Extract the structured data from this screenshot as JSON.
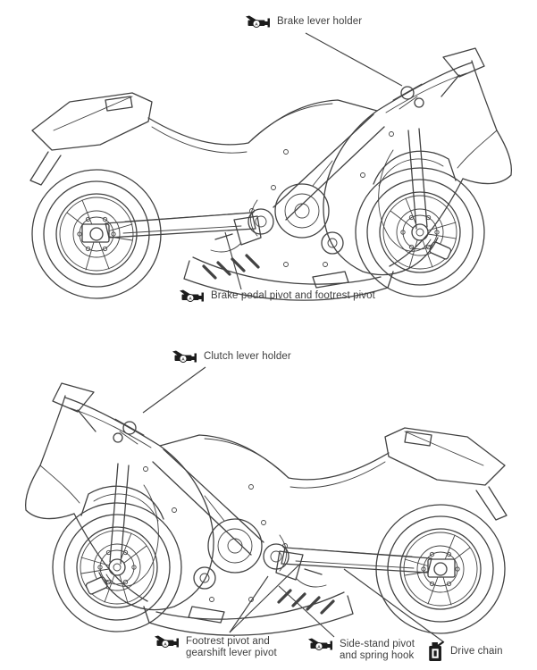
{
  "labels": {
    "brake_lever": {
      "text": "Brake lever holder",
      "icon": "grease"
    },
    "brake_pedal": {
      "text": "Brake pedal pivot and footrest pivot",
      "icon": "grease"
    },
    "clutch_lever": {
      "text": "Clutch lever holder",
      "icon": "grease"
    },
    "footrest": {
      "line1": "Footrest pivot and",
      "line2": "gearshift lever pivot",
      "icon": "grease"
    },
    "side_stand": {
      "line1": "Side-stand pivot",
      "line2": "and spring hook",
      "icon": "grease"
    },
    "drive_chain": {
      "text": "Drive chain",
      "icon": "oil"
    }
  },
  "icons": {
    "grease": {
      "name": "grease-gun-icon",
      "letter": "A"
    },
    "oil": {
      "name": "oil-can-icon"
    }
  },
  "figures": {
    "top": "motorcycle-right-side-view",
    "bottom": "motorcycle-left-side-view"
  },
  "colors": {
    "line": "#424242",
    "label_text": "#3d3d3d",
    "icon_fill": "#1c1c1c",
    "background": "#ffffff"
  }
}
